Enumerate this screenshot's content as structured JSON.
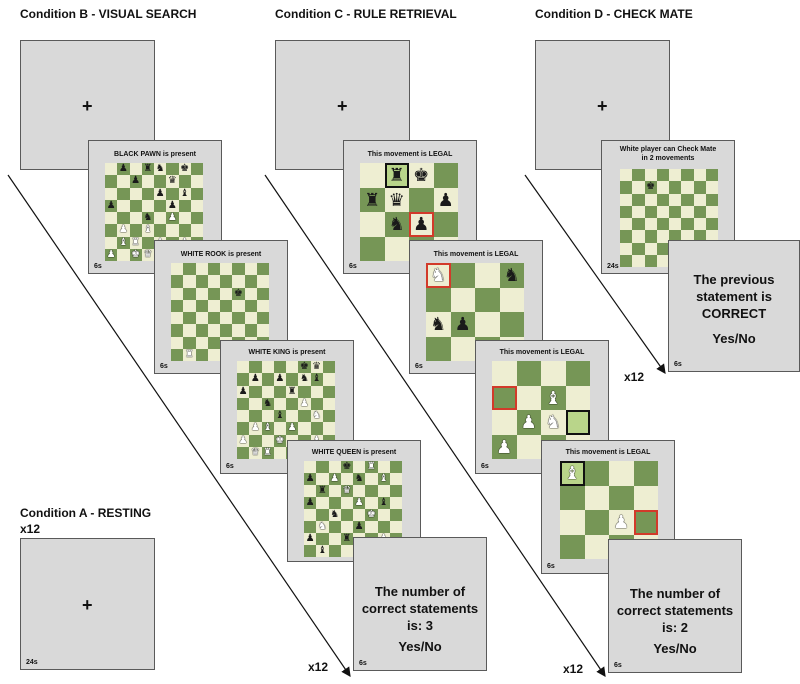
{
  "headings": {
    "condition_b": "Condition B - VISUAL SEARCH",
    "condition_c": "Condition C - RULE RETRIEVAL",
    "condition_d": "Condition D - CHECK MATE",
    "condition_a": "Condition A - RESTING"
  },
  "fixation_symbol": "+",
  "condition_a": {
    "repeat": "x12",
    "duration": "24s"
  },
  "condition_b": {
    "panels": [
      {
        "title": "BLACK PAWN is present",
        "duration": "6s"
      },
      {
        "title": "WHITE ROOK is present",
        "duration": "6s"
      },
      {
        "title": "WHITE KING is present",
        "duration": "6s"
      },
      {
        "title": "WHITE QUEEN is present",
        "duration": ""
      }
    ],
    "question": {
      "line1": "The number of",
      "line2": "correct statements",
      "line3": "is: 3",
      "answer": "Yes/No",
      "duration": "6s"
    },
    "repeat": "x12"
  },
  "condition_c": {
    "panels": [
      {
        "title": "This movement is LEGAL",
        "duration": "6s"
      },
      {
        "title": "This movement is LEGAL",
        "duration": "6s"
      },
      {
        "title": "This movement is LEGAL",
        "duration": "6s"
      },
      {
        "title": "This movement is LEGAL",
        "duration": "6s"
      }
    ],
    "question": {
      "line1": "The number of",
      "line2": "correct statements",
      "line3": "is: 2",
      "answer": "Yes/No",
      "duration": "6s"
    },
    "repeat": "x12"
  },
  "condition_d": {
    "panel": {
      "title_line1": "White player can Check Mate",
      "title_line2": "in 2 movements",
      "duration": "24s"
    },
    "question": {
      "line1": "The previous",
      "line2": "statement is",
      "line3": "CORRECT",
      "answer": "Yes/No",
      "duration": "6s"
    },
    "repeat": "x12"
  },
  "colors": {
    "panel": "#d9d9d9",
    "light_square": "#eeeed2",
    "dark_square": "#769656",
    "highlight": "#b9d58a",
    "target_outline": "#d23a2a"
  }
}
